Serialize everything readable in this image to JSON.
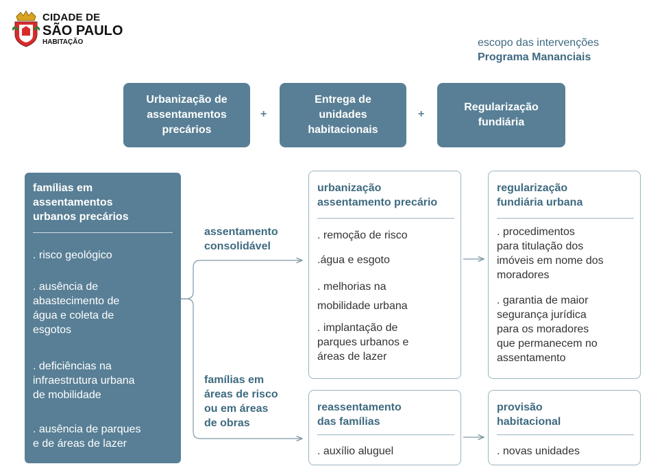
{
  "logo": {
    "line1": "CIDADE DE",
    "line2": "SÃO PAULO",
    "line3": "HABITAÇÃO"
  },
  "scope": {
    "line1": "escopo das intervenções",
    "line2": "Programa Mananciais"
  },
  "top_boxes": [
    {
      "text": "Urbanização de\nassentamentos\nprecários"
    },
    {
      "text": "Entrega de\nunidades\nhabitacionais"
    },
    {
      "text": "Regularização\nfundiária"
    }
  ],
  "plus_sign": "+",
  "left_panel": {
    "title": "famílias em\nassentamentos\nurbanos precários",
    "items": [
      ". risco geológico",
      ". ausência de\nabastecimento de\nágua e coleta de\nesgotos",
      ". deficiências na\ninfraestrutura urbana\nde mobilidade",
      ". ausência de parques\ne de áreas de lazer"
    ]
  },
  "branches": {
    "upper": "assentamento\nconsolidável",
    "lower": "famílias em\náreas de risco\nou em áreas\nde obras"
  },
  "boxes": {
    "urbanizacao": {
      "title": "urbanização\nassentamento precário",
      "items": [
        ". remoção de risco",
        ".água e esgoto",
        ". melhorias na\nmobilidade urbana",
        ". implantação de\nparques urbanos e\náreas de lazer"
      ]
    },
    "regularizacao": {
      "title": "regularização\nfundiária urbana",
      "items": [
        ". procedimentos\npara titulação dos\nimóveis em nome dos\nmoradores",
        ". garantia de maior\nsegurança jurídica\npara os moradores\nque permanecem no\nassentamento"
      ]
    },
    "reassentamento": {
      "title": "reassentamento\ndas famílias",
      "items": [
        ". auxílio aluguel"
      ]
    },
    "provisao": {
      "title": "provisão\nhabitacional",
      "items": [
        ". novas unidades"
      ]
    }
  },
  "colors": {
    "box_fill": "#587f95",
    "accent_text": "#3e6a80",
    "border": "#9ab3c1"
  }
}
